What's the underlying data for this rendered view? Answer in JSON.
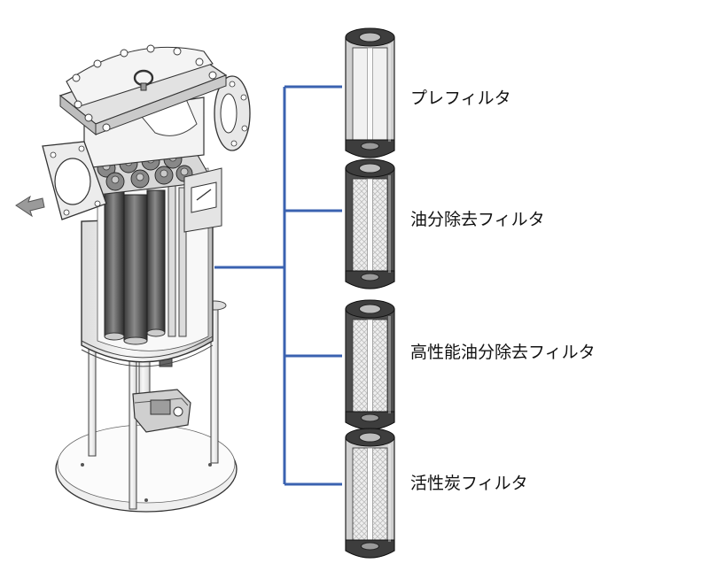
{
  "filters": [
    {
      "label": "プレフィルタ",
      "variant": "pre"
    },
    {
      "label": "油分除去フィルタ",
      "variant": "oil"
    },
    {
      "label": "高性能油分除去フィルタ",
      "variant": "oil-hp"
    },
    {
      "label": "活性炭フィルタ",
      "variant": "carbon"
    }
  ],
  "colors": {
    "connector": "#3a62b0",
    "outline": "#333333",
    "steel_light": "#f2f2f2",
    "steel_mid": "#c8c8c8",
    "element_dark": "#555555",
    "arrow_fill": "#9a9a9a"
  }
}
